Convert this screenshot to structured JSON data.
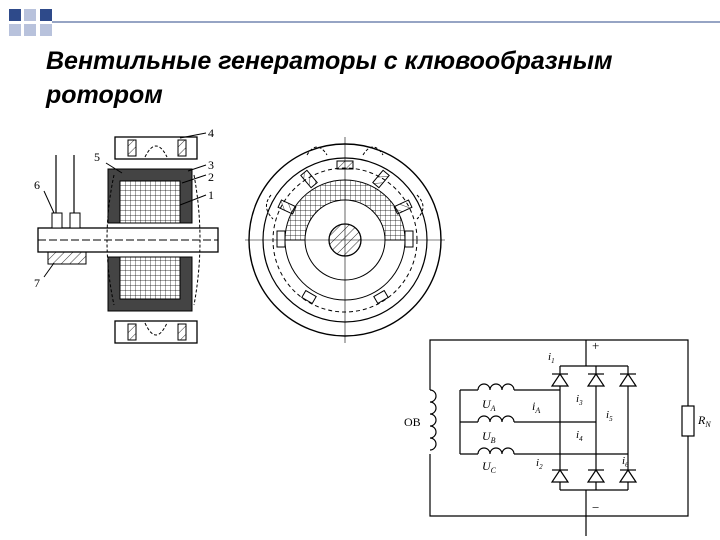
{
  "slide": {
    "title_line1": "Вентильные генераторы с клювообразным",
    "title_line2": "ротором",
    "accent_color": "#2e4a8a"
  },
  "fig_side": {
    "labels": [
      "1",
      "2",
      "3",
      "4",
      "5",
      "6",
      "7"
    ]
  },
  "fig_circuit": {
    "field_winding": "ОВ",
    "phase_a": "U",
    "phase_a_sub": "A",
    "phase_b": "U",
    "phase_b_sub": "B",
    "phase_c": "U",
    "phase_c_sub": "C",
    "i1": "i",
    "i1_sub": "1",
    "i2": "i",
    "i2_sub": "2",
    "i3": "i",
    "i3_sub": "3",
    "i4": "i",
    "i4_sub": "4",
    "i5": "i",
    "i5_sub": "5",
    "i6": "i",
    "i6_sub": "6",
    "iA": "i",
    "iA_sub": "A",
    "load": "R",
    "load_sub": "N",
    "plus": "+",
    "minus": "−"
  }
}
